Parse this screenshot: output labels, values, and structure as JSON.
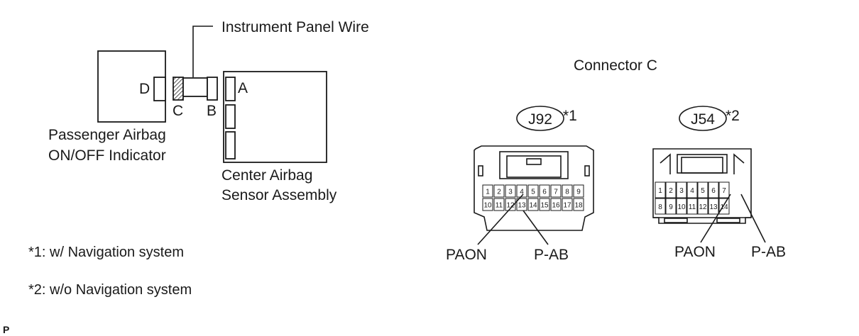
{
  "wiring": {
    "wire_label": "Instrument Panel Wire",
    "indicator_label_line1": "Passenger Airbag",
    "indicator_label_line2": "ON/OFF Indicator",
    "sensor_label_line1": "Center Airbag",
    "sensor_label_line2": "Sensor Assembly",
    "conn_d": "D",
    "conn_c": "C",
    "conn_b": "B",
    "conn_a": "A"
  },
  "connector_title": "Connector C",
  "connectors": [
    {
      "id": "J92",
      "note_ref": "*1",
      "row1": [
        "1",
        "2",
        "3",
        "4",
        "5",
        "6",
        "7",
        "8",
        "9"
      ],
      "row2": [
        "10",
        "11",
        "12",
        "13",
        "14",
        "15",
        "16",
        "17",
        "18"
      ],
      "paon_label": "PAON",
      "pab_label": "P-AB"
    },
    {
      "id": "J54",
      "note_ref": "*2",
      "row1": [
        "1",
        "2",
        "3",
        "4",
        "5",
        "6",
        "7"
      ],
      "row2": [
        "8",
        "9",
        "10",
        "11",
        "12",
        "13",
        "14"
      ],
      "paon_label": "PAON",
      "pab_label": "P-AB"
    }
  ],
  "notes": [
    "*1: w/ Navigation system",
    "*2: w/o Navigation system"
  ],
  "corner_mark": "P"
}
